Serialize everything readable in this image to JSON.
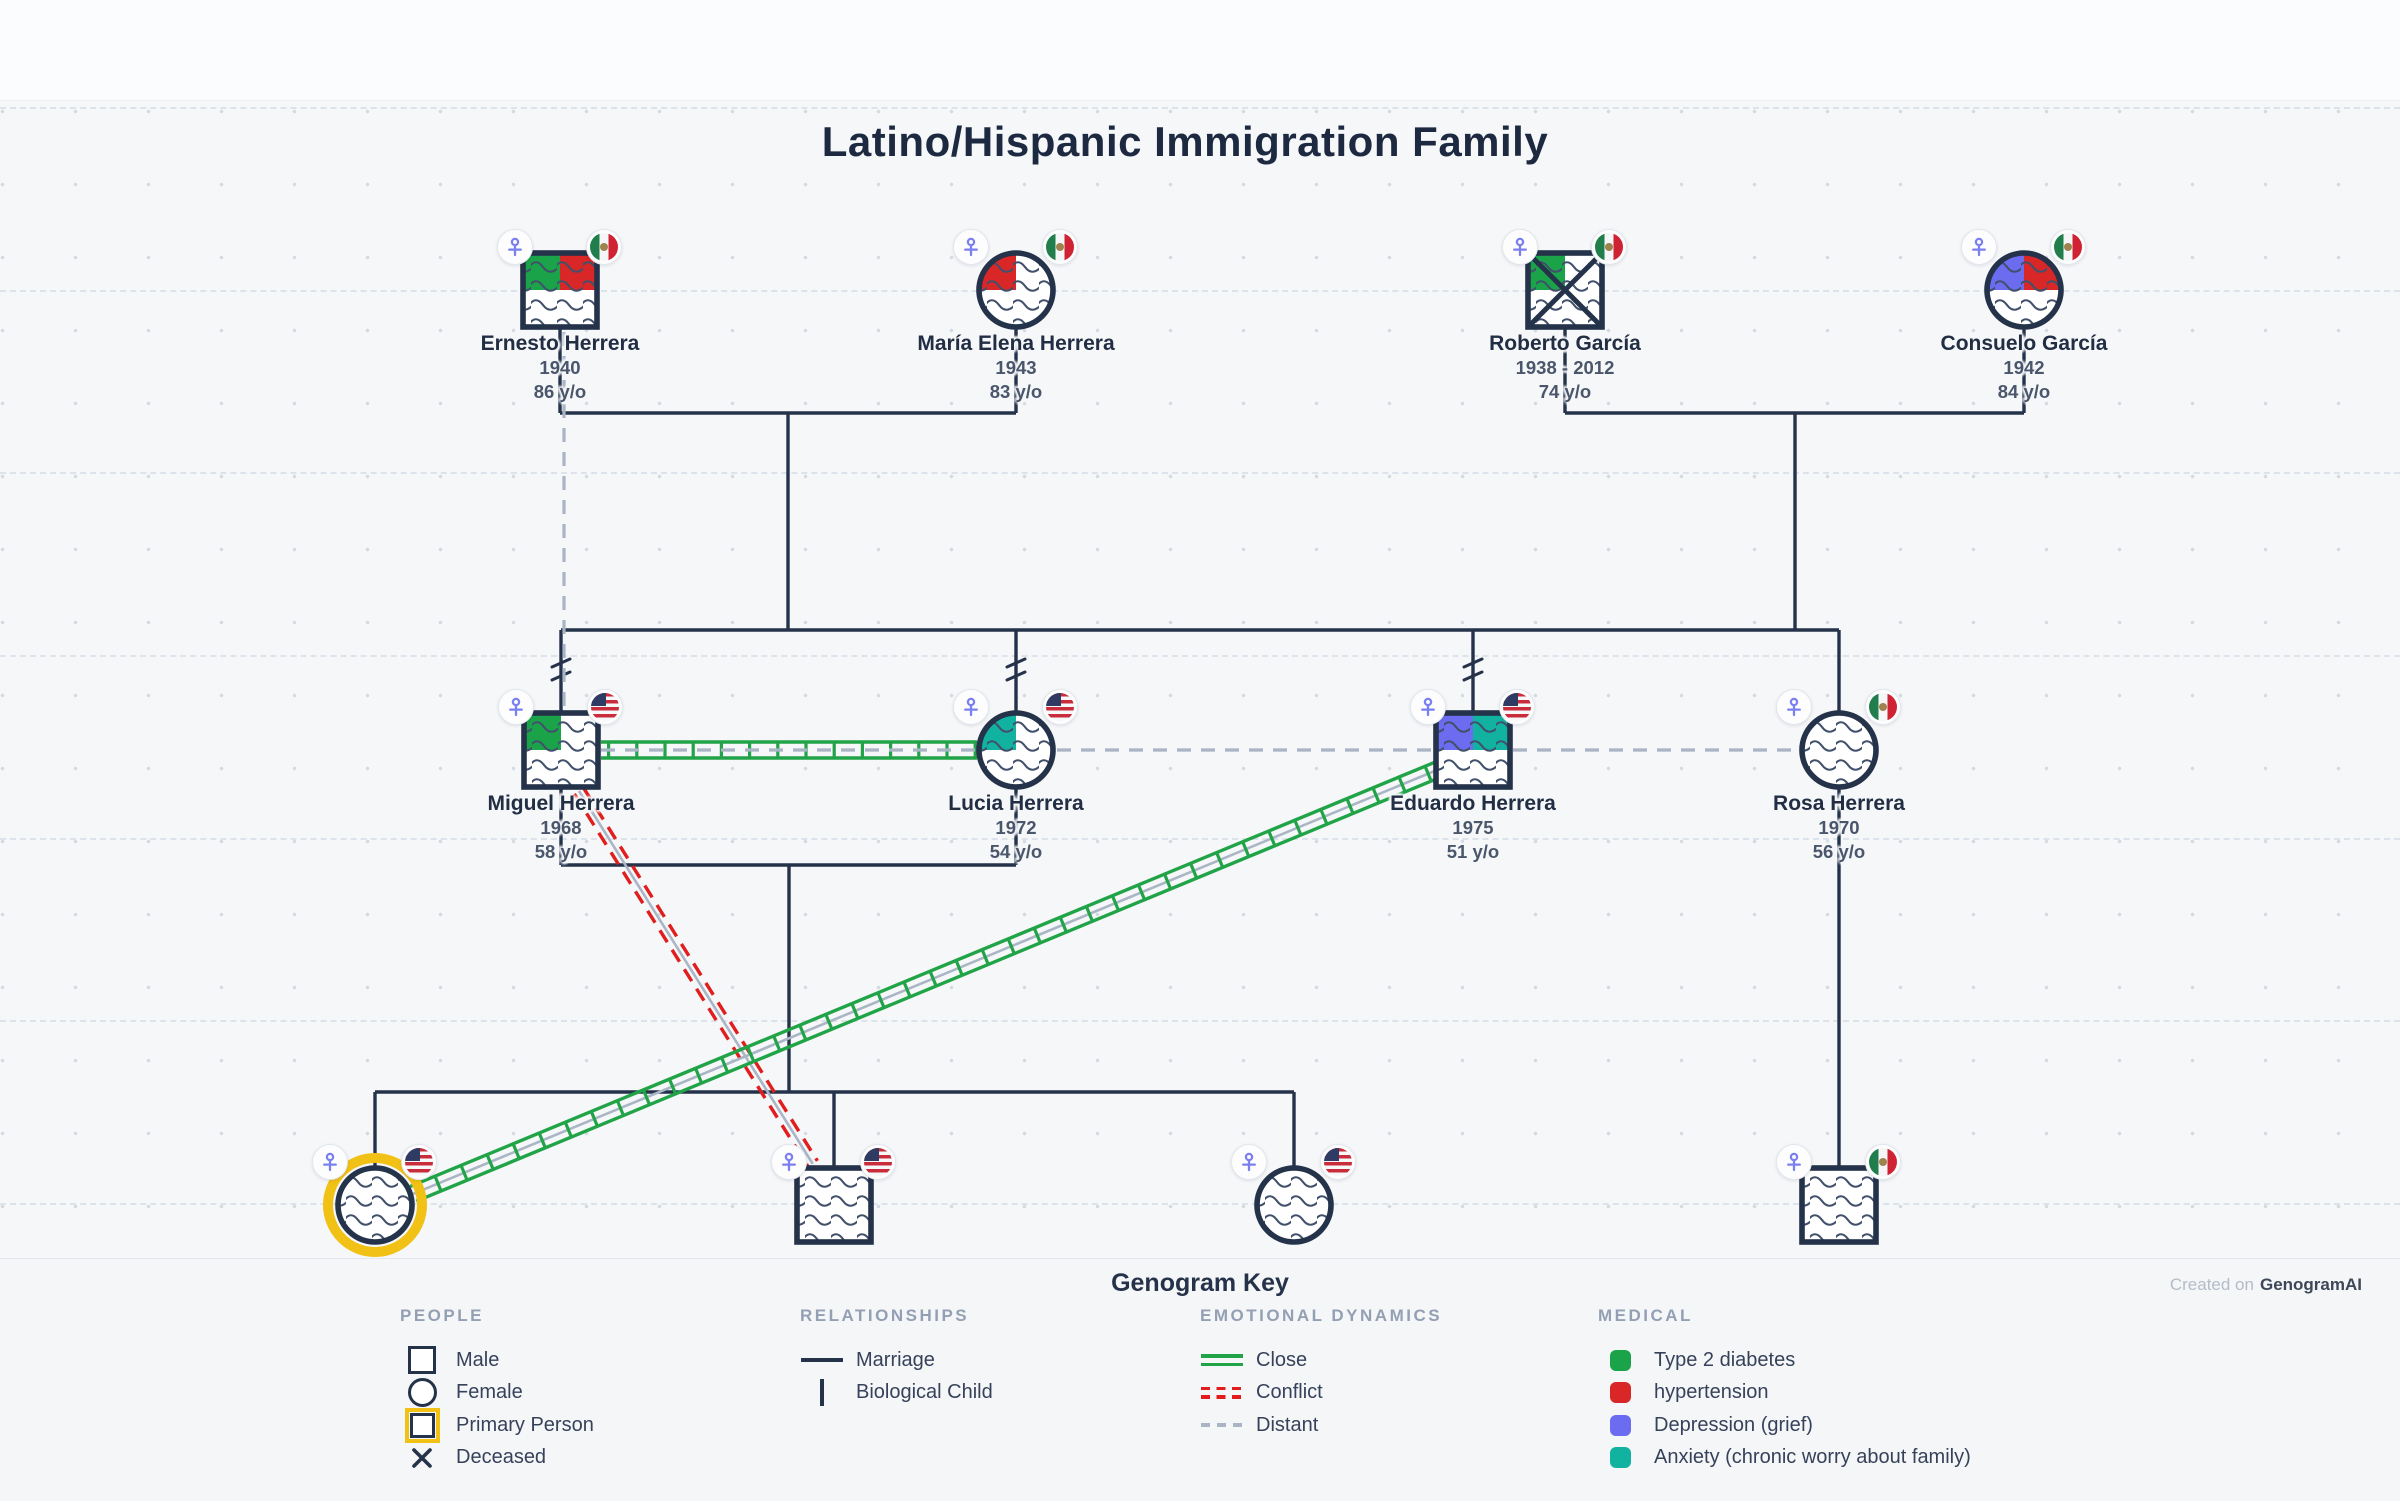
{
  "title": "Latino/Hispanic Immigration Family",
  "colors": {
    "outline": "#24324a",
    "close": "#21a447",
    "conflict": "#e11d1d",
    "distant": "#a9b4c4",
    "primary": "#f2c115",
    "diabetes": "#1ba34a",
    "hypertension": "#d92727",
    "depression": "#6b6cf0",
    "anxiety": "#12b2a0"
  },
  "people": [
    {
      "name": "Ernesto Herrera",
      "years": "1940",
      "age": "86 y/o",
      "sex": "male",
      "flag": "Mexico",
      "conditions": [
        "Type 2 diabetes",
        "hypertension"
      ]
    },
    {
      "name": "María Elena Herrera",
      "years": "1943",
      "age": "83 y/o",
      "sex": "female",
      "flag": "Mexico",
      "conditions": [
        "hypertension"
      ]
    },
    {
      "name": "Roberto García",
      "years": "1938 - 2012",
      "age": "74 y/o",
      "sex": "male",
      "flag": "Mexico",
      "deceased": true,
      "conditions": [
        "Type 2 diabetes"
      ]
    },
    {
      "name": "Consuelo García",
      "years": "1942",
      "age": "84 y/o",
      "sex": "female",
      "flag": "Mexico",
      "conditions": [
        "Depression (grief)",
        "hypertension"
      ]
    },
    {
      "name": "Miguel Herrera",
      "years": "1968",
      "age": "58 y/o",
      "sex": "male",
      "flag": "USA",
      "immigrated": true,
      "conditions": [
        "Type 2 diabetes"
      ]
    },
    {
      "name": "Lucia Herrera",
      "years": "1972",
      "age": "54 y/o",
      "sex": "female",
      "flag": "USA",
      "immigrated": true,
      "conditions": [
        "Anxiety (chronic worry about family)"
      ]
    },
    {
      "name": "Eduardo Herrera",
      "years": "1975",
      "age": "51 y/o",
      "sex": "male",
      "flag": "USA",
      "immigrated": true,
      "conditions": [
        "Depression (grief)",
        "Anxiety (chronic worry about family)"
      ]
    },
    {
      "name": "Rosa Herrera",
      "years": "1970",
      "age": "56 y/o",
      "sex": "female",
      "flag": "Mexico",
      "conditions": []
    },
    {
      "sex": "female",
      "flag": "USA",
      "primary": true
    },
    {
      "sex": "male",
      "flag": "USA"
    },
    {
      "sex": "female",
      "flag": "USA"
    },
    {
      "sex": "male",
      "flag": "Mexico"
    }
  ],
  "key": {
    "title": "Genogram Key",
    "credit": {
      "prefix": "Created on",
      "brand": "GenogramAI"
    },
    "sections": {
      "people": {
        "label": "PEOPLE",
        "items": [
          {
            "label": "Male"
          },
          {
            "label": "Female"
          },
          {
            "label": "Primary Person"
          },
          {
            "label": "Deceased"
          }
        ]
      },
      "relationships": {
        "label": "RELATIONSHIPS",
        "items": [
          {
            "label": "Marriage"
          },
          {
            "label": "Biological Child"
          }
        ]
      },
      "emotional": {
        "label": "EMOTIONAL DYNAMICS",
        "items": [
          {
            "label": "Close",
            "color": "#21a447"
          },
          {
            "label": "Conflict",
            "color": "#e11d1d"
          },
          {
            "label": "Distant",
            "color": "#a9b4c4"
          }
        ]
      },
      "medical": {
        "label": "MEDICAL",
        "items": [
          {
            "label": "Type 2 diabetes",
            "color": "#1ba34a"
          },
          {
            "label": "hypertension",
            "color": "#d92727"
          },
          {
            "label": "Depression (grief)",
            "color": "#6b6cf0"
          },
          {
            "label": "Anxiety (chronic worry about family)",
            "color": "#12b2a0"
          }
        ]
      }
    }
  }
}
